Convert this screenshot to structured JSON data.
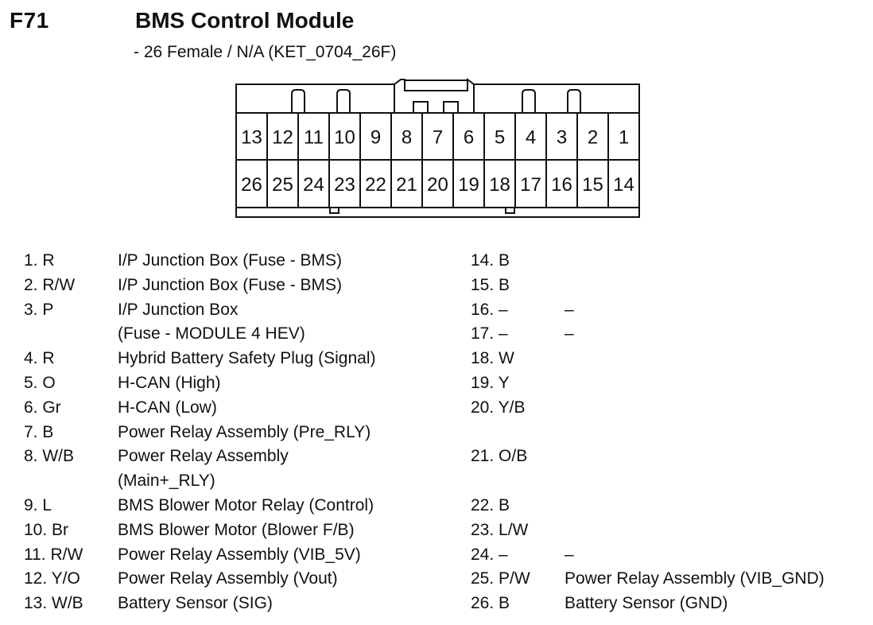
{
  "header": {
    "code": "F71",
    "title": "BMS Control Module",
    "subtitle": "- 26 Female / N/A (KET_0704_26F)"
  },
  "connector": {
    "top_row": [
      "13",
      "12",
      "11",
      "10",
      "9",
      "8",
      "7",
      "6",
      "5",
      "4",
      "3",
      "2",
      "1"
    ],
    "bottom_row": [
      "26",
      "25",
      "24",
      "23",
      "22",
      "21",
      "20",
      "19",
      "18",
      "17",
      "16",
      "15",
      "14"
    ]
  },
  "left_pins": [
    {
      "num": "1. R",
      "desc": "I/P Junction Box (Fuse - BMS)"
    },
    {
      "num": "2. R/W",
      "desc": "I/P Junction Box (Fuse - BMS)"
    },
    {
      "num": "3. P",
      "desc": "I/P Junction Box"
    },
    {
      "num": "",
      "desc": "(Fuse - MODULE 4 HEV)"
    },
    {
      "num": "4. R",
      "desc": "Hybrid Battery Safety Plug (Signal)"
    },
    {
      "num": "5. O",
      "desc": "H-CAN (High)"
    },
    {
      "num": "6. Gr",
      "desc": "H-CAN (Low)"
    },
    {
      "num": "7. B",
      "desc": "Power Relay Assembly (Pre_RLY)"
    },
    {
      "num": "8. W/B",
      "desc": "Power Relay Assembly"
    },
    {
      "num": "",
      "desc": "(Main+_RLY)"
    },
    {
      "num": "9. L",
      "desc": "BMS Blower Motor Relay (Control)"
    },
    {
      "num": "10. Br",
      "desc": "BMS Blower Motor (Blower F/B)"
    },
    {
      "num": "11. R/W",
      "desc": "Power Relay Assembly (VIB_5V)"
    },
    {
      "num": "12. Y/O",
      "desc": "Power Relay Assembly (Vout)"
    },
    {
      "num": "13. W/B",
      "desc": "Battery Sensor (SIG)"
    }
  ],
  "right_pins": [
    {
      "num": "14. B",
      "desc": ""
    },
    {
      "num": "15. B",
      "desc": ""
    },
    {
      "num": "16. –",
      "desc": "–"
    },
    {
      "num": "17. –",
      "desc": "–"
    },
    {
      "num": "18. W",
      "desc": ""
    },
    {
      "num": "19. Y",
      "desc": ""
    },
    {
      "num": "20. Y/B",
      "desc": ""
    },
    {
      "num": "",
      "desc": ""
    },
    {
      "num": "21. O/B",
      "desc": ""
    },
    {
      "num": "",
      "desc": ""
    },
    {
      "num": "22. B",
      "desc": ""
    },
    {
      "num": "23. L/W",
      "desc": ""
    },
    {
      "num": "24. –",
      "desc": "–"
    },
    {
      "num": "25. P/W",
      "desc": "Power Relay Assembly (VIB_GND)"
    },
    {
      "num": "26. B",
      "desc": "Battery Sensor (GND)"
    }
  ]
}
